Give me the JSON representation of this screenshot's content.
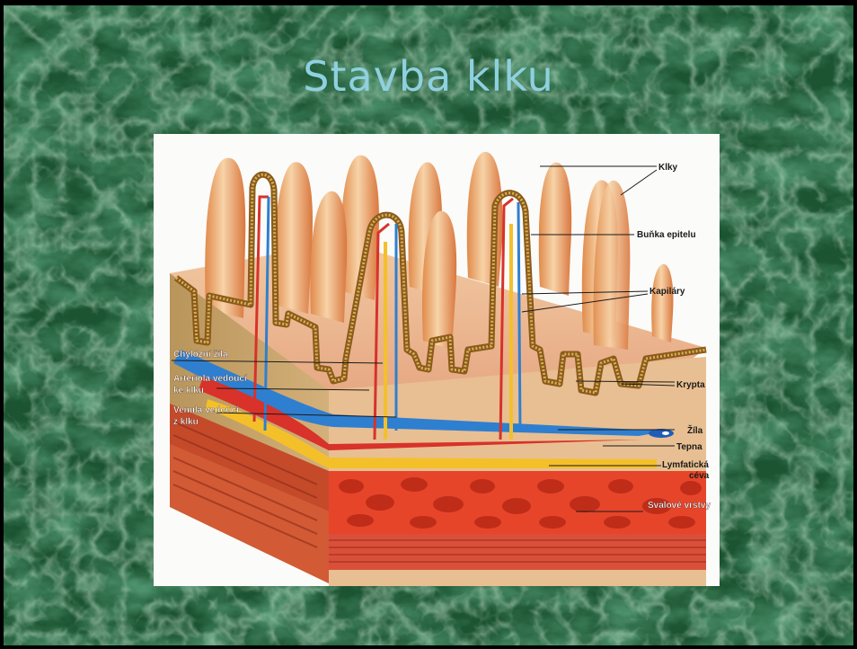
{
  "slide": {
    "title": "Stavba klku",
    "background_color": "#1f5a34",
    "title_color": "#8fd0e0"
  },
  "figure": {
    "labels_right": {
      "klky": "Klky",
      "bunka_epitelu": "Buňka epitelu",
      "kapilary": "Kapiláry",
      "krypta": "Krypta",
      "zila": "Žíla",
      "tepna": "Tepna",
      "lymfaticka_line1": "Lymfatická",
      "lymfaticka_line2": "céva",
      "svalove_vrstvy": "Svalové vrstvy"
    },
    "labels_left": {
      "chylozni_zila": "Chylózní žíla",
      "arteriola_line1": "Arteriola vedoucí",
      "arteriola_line2": "ke klku",
      "venula_line1": "Venula vedoucí",
      "venula_line2": "z klku"
    }
  }
}
